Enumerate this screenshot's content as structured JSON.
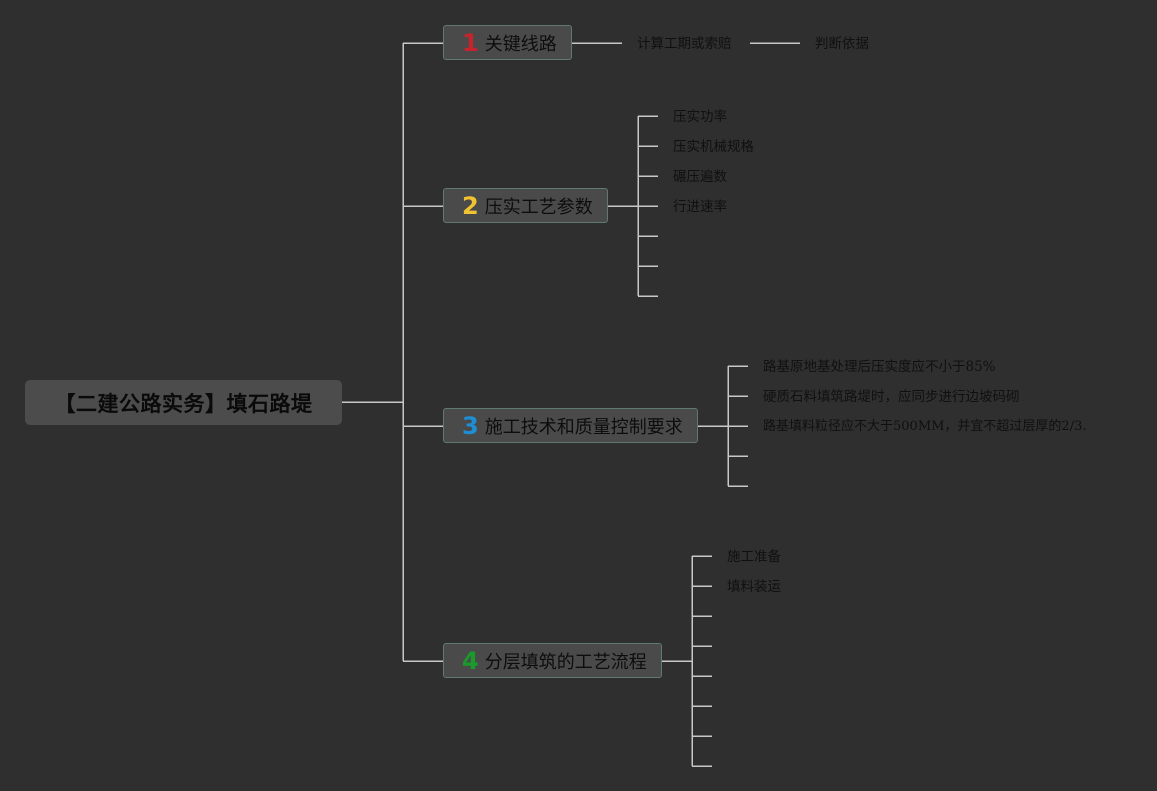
{
  "root": {
    "title": "【二建公路实务】填石路堤"
  },
  "topics": [
    {
      "num": "1",
      "num_color": "#c8232c",
      "label": "关键线路",
      "leaves": [
        "计算工期或索赔",
        "判断依据"
      ]
    },
    {
      "num": "2",
      "num_color": "#f1c232",
      "label": "压实工艺参数",
      "leaves": [
        "压实功率",
        "压实机械规格",
        "碾压遍数",
        "行进速率",
        "",
        "",
        ""
      ]
    },
    {
      "num": "3",
      "num_color": "#1e8fd6",
      "label": "施工技术和质量控制要求",
      "leaves": [
        "路基原地基处理后压实度应不小于85%",
        "硬质石料填筑路堤时，应同步进行边坡码砌",
        "路基填料粒径应不大于500MM，并宜不超过层厚的2/3.",
        "",
        ""
      ]
    },
    {
      "num": "4",
      "num_color": "#1a9a2b",
      "label": "分层填筑的工艺流程",
      "leaves": [
        "施工准备",
        "填料装运",
        "",
        "",
        "",
        "",
        "",
        ""
      ]
    }
  ]
}
